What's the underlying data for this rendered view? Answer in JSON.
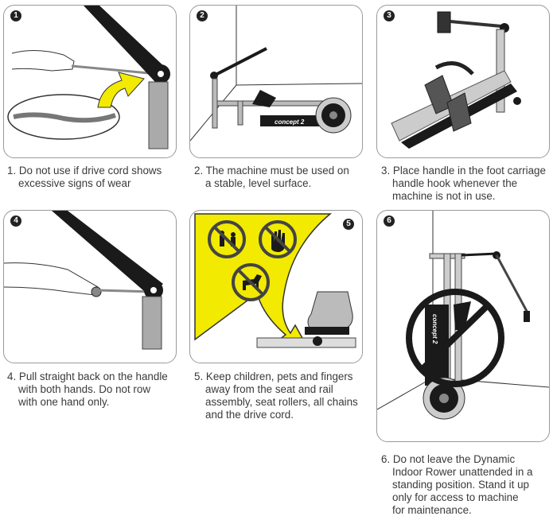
{
  "steps": [
    {
      "number": "1",
      "lines": [
        "1. Do not use if drive cord shows",
        "excessive signs of wear"
      ]
    },
    {
      "number": "2",
      "lines": [
        "2. The machine must be used on",
        "a stable, level surface."
      ],
      "brand": "concept 2"
    },
    {
      "number": "3",
      "lines": [
        "3. Place handle in the foot carriage",
        "handle hook whenever the",
        "machine is not in use."
      ]
    },
    {
      "number": "4",
      "lines": [
        "4. Pull straight back on the handle",
        "with both hands. Do not row",
        "with one hand only."
      ]
    },
    {
      "number": "5",
      "lines": [
        "5. Keep children, pets and fingers",
        "away from the seat and rail",
        "assembly, seat rollers, all chains",
        "and the drive cord."
      ]
    },
    {
      "number": "6",
      "lines": [
        "6. Do not leave the Dynamic",
        "Indoor Rower unattended in a",
        "standing position. Stand it up",
        "only for access to machine",
        "for maintenance."
      ],
      "brand": "concept 2"
    }
  ],
  "colors": {
    "warning_yellow": "#f2ea00",
    "outline": "#9a9a9a",
    "ink": "#1a1a1a"
  }
}
